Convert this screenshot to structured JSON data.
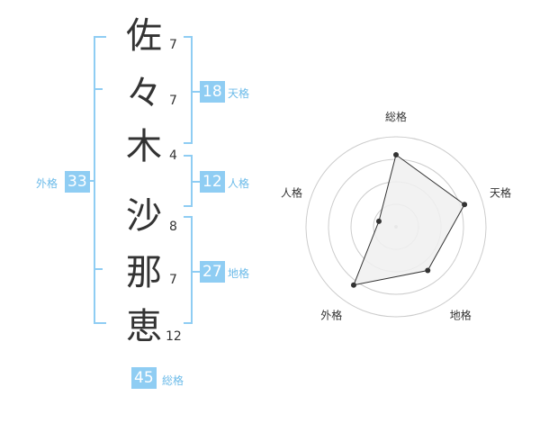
{
  "name": {
    "chars": [
      {
        "char": "佐",
        "strokes": "7"
      },
      {
        "char": "々",
        "strokes": "7"
      },
      {
        "char": "木",
        "strokes": "4"
      },
      {
        "char": "沙",
        "strokes": "8"
      },
      {
        "char": "那",
        "strokes": "7"
      },
      {
        "char": "恵",
        "strokes": "12"
      }
    ]
  },
  "fortune": {
    "tenkaku": {
      "value": "18",
      "label": "天格"
    },
    "jinkaku": {
      "value": "12",
      "label": "人格"
    },
    "chikaku": {
      "value": "27",
      "label": "地格"
    },
    "gaikaku": {
      "value": "33",
      "label": "外格"
    },
    "soukaku": {
      "value": "45",
      "label": "総格"
    }
  },
  "chart_data": {
    "type": "radar",
    "axes": [
      "総格",
      "天格",
      "地格",
      "外格",
      "人格"
    ],
    "values": [
      0.8,
      0.8,
      0.6,
      0.8,
      0.2
    ],
    "range": [
      0,
      1
    ],
    "rings": 4,
    "colors": {
      "fill": "#f0f0f0",
      "stroke": "#333333",
      "ring": "#cccccc",
      "accent": "#8fcdf3"
    }
  }
}
